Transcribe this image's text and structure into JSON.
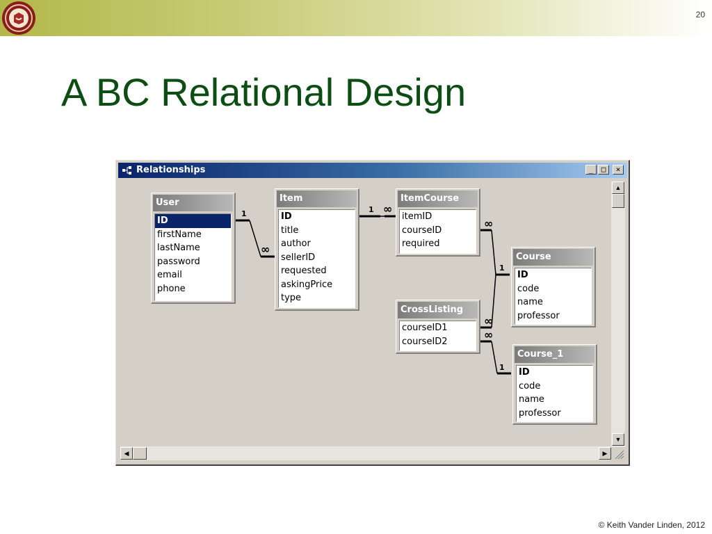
{
  "slide": {
    "page_number": "20",
    "title": "A BC Relational Design",
    "footer": "© Keith Vander Linden, 2012"
  },
  "window": {
    "title": "Relationships",
    "buttons": {
      "minimize": "_",
      "maximize": "□",
      "close": "×"
    }
  },
  "tables": {
    "user": {
      "title": "User",
      "fields": [
        "ID",
        "firstName",
        "lastName",
        "password",
        "email",
        "phone"
      ]
    },
    "item": {
      "title": "Item",
      "fields": [
        "ID",
        "title",
        "author",
        "sellerID",
        "requested",
        "askingPrice",
        "type"
      ]
    },
    "itemcourse": {
      "title": "ItemCourse",
      "fields": [
        "itemID",
        "courseID",
        "required"
      ]
    },
    "course": {
      "title": "Course",
      "fields": [
        "ID",
        "code",
        "name",
        "professor"
      ]
    },
    "crosslisting": {
      "title": "CrossListing",
      "fields": [
        "courseID1",
        "courseID2"
      ]
    },
    "course1": {
      "title": "Course_1",
      "fields": [
        "ID",
        "code",
        "name",
        "professor"
      ]
    }
  },
  "cardinality": {
    "one": "1",
    "many": "∞"
  },
  "colors": {
    "title_text": "#0b4d12",
    "titlebar_start": "#0a246a",
    "titlebar_end": "#a6caf0",
    "window_face": "#d4d0c8",
    "selection": "#0a246a"
  },
  "icons": [
    "app-logo-seal",
    "relationships-window-icon",
    "minimize-icon",
    "maximize-icon",
    "close-icon",
    "scroll-up-icon",
    "scroll-down-icon",
    "scroll-left-icon",
    "scroll-right-icon",
    "resize-grip-icon"
  ]
}
